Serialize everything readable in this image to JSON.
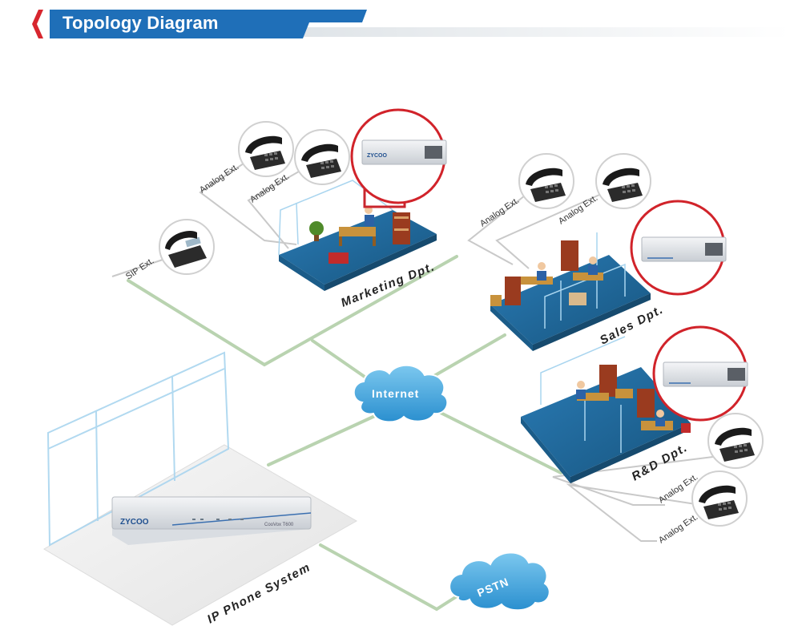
{
  "header": {
    "title": "Topology Diagram"
  },
  "labels": {
    "sip_ext": "SIP Ext.",
    "analog_ext_1": "Analog Ext.",
    "analog_ext_2": "Analog Ext.",
    "analog_ext_3": "Analog Ext.",
    "analog_ext_4": "Analog Ext.",
    "analog_ext_5": "Analog Ext.",
    "analog_ext_6": "Analog Ext.",
    "marketing": "Marketing Dpt.",
    "sales": "Sales Dpt.",
    "rnd": "R&D Dpt.",
    "ip_phone_system": "IP Phone System",
    "internet": "Internet",
    "pstn": "PSTN",
    "brand": "ZYCOO",
    "model": "CooVox T600"
  },
  "colors": {
    "header_blue": "#1f6fb8",
    "header_red": "#d7262e",
    "floor_blue": "#1e6aa0",
    "highlight_red": "#d1232a",
    "cloud_blue": "#3aa3dc",
    "link_green": "#b9d3b0"
  }
}
